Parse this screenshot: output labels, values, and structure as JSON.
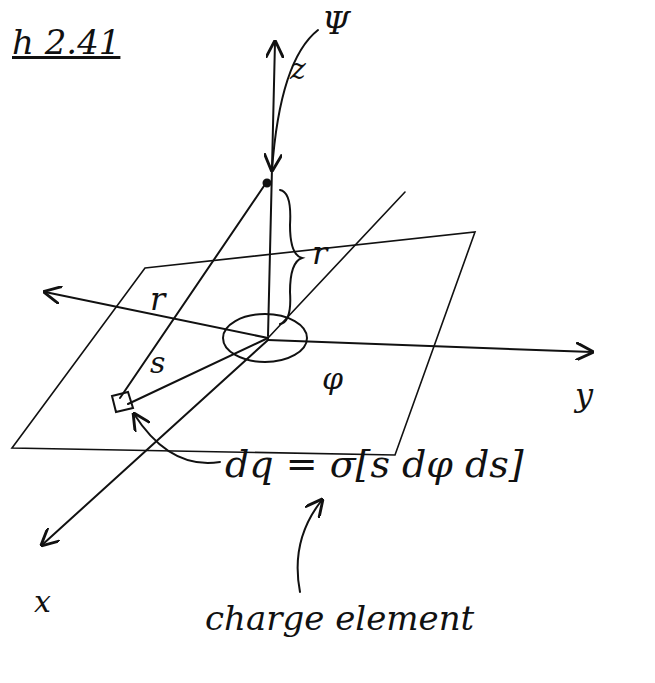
{
  "diagram": {
    "title": "h 2.41",
    "labels": [
      "Ψ",
      "z",
      "r",
      "r",
      "s",
      "φ",
      "y",
      "x",
      "dq = σ[s dφ ds]",
      "charge element"
    ]
  }
}
